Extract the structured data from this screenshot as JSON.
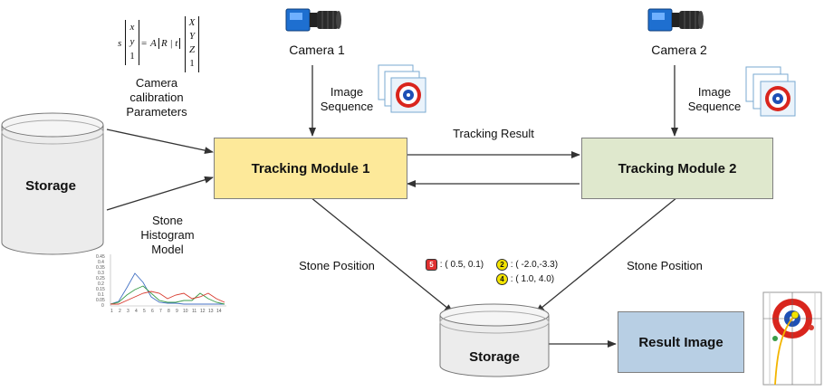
{
  "formula": {
    "s": "s",
    "lhs_vector": [
      "x",
      "y",
      "1"
    ],
    "equals": "=",
    "A": "A",
    "Rt": "R | t",
    "rhs_vector": [
      "X",
      "Y",
      "Z",
      "1"
    ]
  },
  "labels": {
    "calibration": "Camera calibration Parameters",
    "camera1": "Camera 1",
    "camera2": "Camera 2",
    "image_sequence_1": "Image Sequence",
    "image_sequence_2": "Image Sequence",
    "tracking_result": "Tracking Result",
    "stone_histogram": "Stone Histogram Model",
    "stone_position_left": "Stone Position",
    "stone_position_right": "Stone Position"
  },
  "boxes": {
    "storage_left": "Storage",
    "tracking_module_1": "Tracking Module 1",
    "tracking_module_2": "Tracking Module 2",
    "storage_bottom": "Storage",
    "result_image": "Result Image"
  },
  "stone_coords": [
    {
      "id": "5",
      "color": "#e03030",
      "text": ": ( 0.5, 0.1)"
    },
    {
      "id": "2",
      "color": "#f3e400",
      "text": ": ( -2.0,-3.3)"
    },
    {
      "id": "4",
      "color": "#f3e400",
      "text": ": (  1.0, 4.0)"
    }
  ],
  "histogram_chart": {
    "y_ticks": [
      "0.45",
      "0.4",
      "0.35",
      "0.3",
      "0.25",
      "0.2",
      "0.15",
      "0.1",
      "0.05",
      "0"
    ],
    "x_ticks": [
      "1",
      "2",
      "3",
      "4",
      "5",
      "6",
      "7",
      "8",
      "9",
      "10",
      "11",
      "12",
      "13",
      "14"
    ]
  },
  "colors": {
    "tracking1_fill": "#fde99a",
    "tracking2_fill": "#dfe8cd",
    "result_fill": "#b8cfe4",
    "storage_fill": "#ebebeb"
  },
  "icons": [
    "camera-icon",
    "image-sequence-icon",
    "histogram-chart-icon",
    "curling-result-icon"
  ]
}
